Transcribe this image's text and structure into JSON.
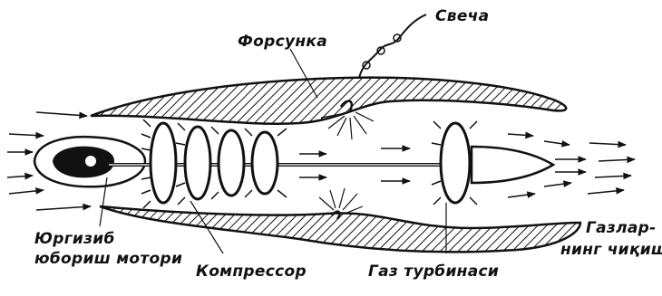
{
  "labels": {
    "forsunka": "Форсунка",
    "svecha": "Свеча",
    "starter_line1": "Юргизиб",
    "starter_line2": "юбориш мотори",
    "compressor": "Компрессор",
    "turbine": "Газ турбинаси",
    "exhaust_line1": "Газлар-",
    "exhaust_line2": "нинг чиқиши"
  },
  "colors": {
    "ink": "#111111",
    "background": "#ffffff"
  }
}
